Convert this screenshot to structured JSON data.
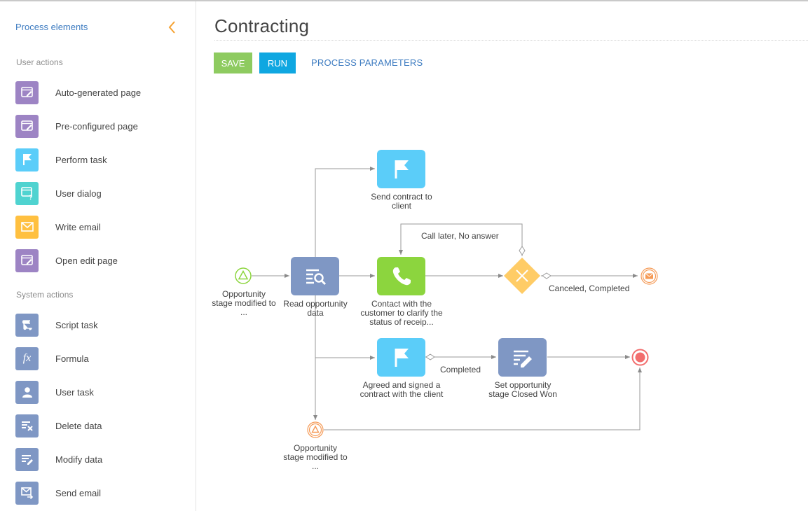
{
  "sidebar": {
    "header": "Process elements",
    "user_actions_title": "User actions",
    "user_actions": [
      {
        "label": "Auto-generated page",
        "icon": "auto-page-icon",
        "color": "#9d84c4"
      },
      {
        "label": "Pre-configured page",
        "icon": "preconfigured-page-icon",
        "color": "#9d84c4"
      },
      {
        "label": "Perform task",
        "icon": "flag-icon",
        "color": "#5bcdf9"
      },
      {
        "label": "User dialog",
        "icon": "user-dialog-icon",
        "color": "#4fd3d0"
      },
      {
        "label": "Write email",
        "icon": "envelope-icon",
        "color": "#ffc040"
      },
      {
        "label": "Open edit page",
        "icon": "edit-page-icon",
        "color": "#9d84c4"
      }
    ],
    "system_actions_title": "System actions",
    "system_actions": [
      {
        "label": "Script task",
        "icon": "script-icon",
        "color": "#7f97c4"
      },
      {
        "label": "Formula",
        "icon": "formula-icon",
        "color": "#7f97c4",
        "glyph": "fx"
      },
      {
        "label": "User task",
        "icon": "user-icon",
        "color": "#7f97c4"
      },
      {
        "label": "Delete data",
        "icon": "delete-data-icon",
        "color": "#7f97c4"
      },
      {
        "label": "Modify data",
        "icon": "modify-data-icon",
        "color": "#7f97c4"
      },
      {
        "label": "Send email",
        "icon": "send-email-icon",
        "color": "#7f97c4"
      }
    ]
  },
  "header": {
    "title": "Contracting",
    "save_label": "SAVE",
    "run_label": "RUN",
    "params_label": "PROCESS PARAMETERS"
  },
  "diagram": {
    "start_event_label": "Opportunity stage modified to ...",
    "read_data_label": "Read opportunity data",
    "send_contract_label": "Send contract to client",
    "contact_customer_label": "Contact with the customer to clarify the status of receip...",
    "agreed_label": "Agreed and signed a contract with the client",
    "set_stage_label": "Set opportunity stage Closed Won",
    "signal_event_label": "Opportunity stage modified to ...",
    "flow_call_later": "Call later, No answer",
    "flow_canceled": "Canceled, Completed",
    "flow_completed": "Completed"
  },
  "colors": {
    "user_task": "#5bcdf9",
    "call_task": "#8cd53e",
    "system_task": "#7f97c4",
    "gateway": "#ffcc66",
    "start_event": "#8cd53e",
    "signal_event": "#f59a56",
    "end_event": "#f26d6d"
  }
}
